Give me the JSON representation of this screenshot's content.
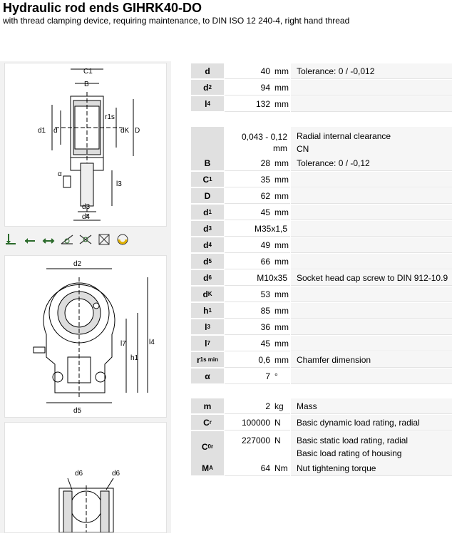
{
  "header": {
    "title": "Hydraulic rod ends GIHRK40-DO",
    "subtitle": "with thread clamping device, requiring maintenance, to DIN ISO 12 240-4, right hand thread"
  },
  "drawing1": {
    "labels": [
      "C1",
      "B",
      "r1s",
      "d1",
      "d",
      "dK",
      "D",
      "α",
      "l3",
      "d3",
      "d4"
    ]
  },
  "drawing2": {
    "labels": [
      "d2",
      "l7",
      "l4",
      "h1",
      "d5"
    ]
  },
  "drawing3": {
    "labels": [
      "d6",
      "d6"
    ]
  },
  "icons": [
    "radial-load-icon",
    "axial-load-left-icon",
    "axial-load-both-icon",
    "tilt-angle-icon",
    "tilt-angle-2-icon",
    "seal-icon",
    "lubrication-icon"
  ],
  "rows": [
    {
      "key": "d",
      "sub": "",
      "value": "40",
      "unit": "mm",
      "desc": "Tolerance: 0 / -0,012"
    },
    {
      "key": "d",
      "sub": "2",
      "value": "94",
      "unit": "mm",
      "desc": ""
    },
    {
      "key": "l",
      "sub": "4",
      "value": "132",
      "unit": "mm",
      "desc": ""
    },
    {
      "key": "",
      "sub": "",
      "value": "0,043 - 0,12",
      "unit": "mm",
      "desc": "Radial internal clearance",
      "desc2": "CN"
    },
    {
      "key": "B",
      "sub": "",
      "value": "28",
      "unit": "mm",
      "desc": "Tolerance: 0 / -0,12"
    },
    {
      "key": "C",
      "sub": "1",
      "value": "35",
      "unit": "mm",
      "desc": ""
    },
    {
      "key": "D",
      "sub": "",
      "value": "62",
      "unit": "mm",
      "desc": ""
    },
    {
      "key": "d",
      "sub": "1",
      "value": "45",
      "unit": "mm",
      "desc": ""
    },
    {
      "key": "d",
      "sub": "3",
      "value": "M35x1,5",
      "unit": "",
      "desc": ""
    },
    {
      "key": "d",
      "sub": "4",
      "value": "49",
      "unit": "mm",
      "desc": ""
    },
    {
      "key": "d",
      "sub": "5",
      "value": "66",
      "unit": "mm",
      "desc": ""
    },
    {
      "key": "d",
      "sub": "6",
      "value": "M10x35",
      "unit": "",
      "desc": "Socket head cap screw to DIN 912-10.9"
    },
    {
      "key": "d",
      "sub": "K",
      "value": "53",
      "unit": "mm",
      "desc": ""
    },
    {
      "key": "h",
      "sub": "1",
      "value": "85",
      "unit": "mm",
      "desc": ""
    },
    {
      "key": "l",
      "sub": "3",
      "value": "36",
      "unit": "mm",
      "desc": ""
    },
    {
      "key": "l",
      "sub": "7",
      "value": "45",
      "unit": "mm",
      "desc": ""
    },
    {
      "key": "r",
      "sub": "1s min",
      "value": "0,6",
      "unit": "mm",
      "desc": "Chamfer dimension"
    },
    {
      "key": "α",
      "sub": "",
      "value": "7",
      "unit": "°",
      "desc": ""
    },
    {
      "key": "m",
      "sub": "",
      "value": "2",
      "unit": "kg",
      "desc": "Mass"
    },
    {
      "key": "C",
      "sub": "r",
      "value": "100000",
      "unit": "N",
      "desc": "Basic dynamic load rating, radial"
    },
    {
      "key": "C",
      "sub": "0r",
      "value": "227000",
      "unit": "N",
      "desc": "Basic static load rating, radial",
      "desc2": "Basic load rating of housing"
    },
    {
      "key": "M",
      "sub": "A",
      "value": "64",
      "unit": "Nm",
      "desc": "Nut tightening torque"
    }
  ]
}
